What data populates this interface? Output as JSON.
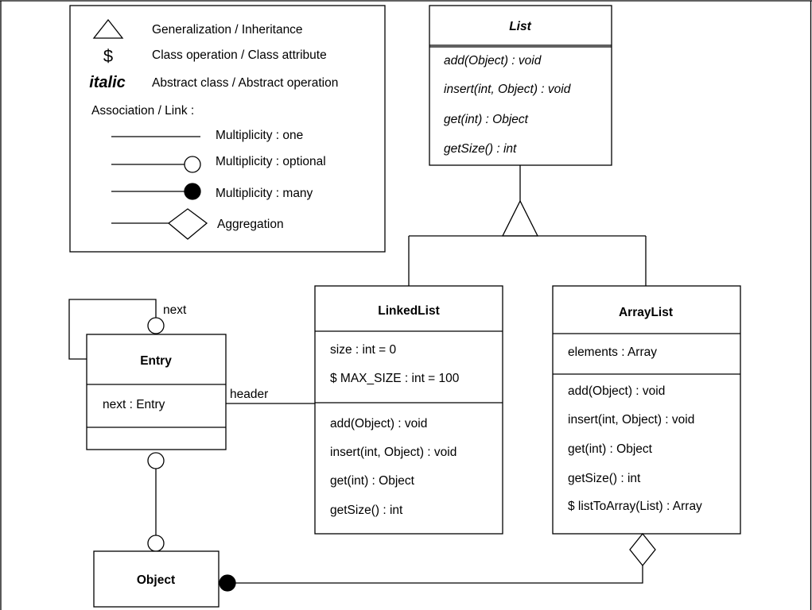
{
  "legend": {
    "generalization": "Generalization / Inheritance",
    "dollar_symbol": "$",
    "class_operation": "Class operation / Class attribute",
    "italic_symbol": "italic",
    "abstract": "Abstract class / Abstract operation",
    "association_title": "Association / Link :",
    "mult_one": "Multiplicity : one",
    "mult_optional": "Multiplicity : optional",
    "mult_many": "Multiplicity : many",
    "aggregation": "Aggregation"
  },
  "classes": {
    "list": {
      "name": "List",
      "operations": [
        "add(Object) : void",
        "insert(int, Object) : void",
        "get(int) : Object",
        "getSize() : int"
      ]
    },
    "linkedlist": {
      "name": "LinkedList",
      "attributes": [
        "size : int = 0",
        "$ MAX_SIZE : int = 100"
      ],
      "operations": [
        "add(Object) : void",
        "insert(int, Object) : void",
        "get(int) : Object",
        "getSize() : int"
      ]
    },
    "arraylist": {
      "name": "ArrayList",
      "attributes": [
        "elements : Array"
      ],
      "operations": [
        "add(Object) : void",
        "insert(int, Object) : void",
        "get(int) : Object",
        "getSize() : int",
        "$ listToArray(List) : Array"
      ]
    },
    "entry": {
      "name": "Entry",
      "attributes": [
        "next : Entry"
      ]
    },
    "object": {
      "name": "Object"
    }
  },
  "associations": {
    "next_label": "next",
    "header_label": "header"
  }
}
